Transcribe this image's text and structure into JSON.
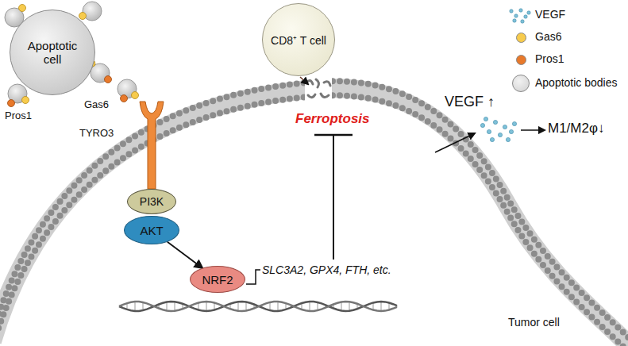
{
  "diagram": {
    "nodes": [
      {
        "text": [
          "Apoptotic cell"
        ]
      },
      {
        "text": [
          "CD8⁺ T cell"
        ]
      },
      {
        "text": [
          "PI3K"
        ]
      },
      {
        "text": [
          "AKT"
        ]
      },
      {
        "text": [
          "NRF2"
        ]
      }
    ],
    "edges": [
      {
        "from": 3,
        "to": 4,
        "arrow": "to"
      }
    ],
    "labels": [
      "Gas6",
      "Pros1",
      "TYRO3",
      "Ferroptosis",
      "SLC3A2, GPX4, FTH, etc.",
      "VEGF ↑",
      "M1/M2φ↓",
      "Tumor cell"
    ],
    "legend": [
      {
        "text": "VEGF"
      },
      {
        "text": "Gas6",
        "color": "#f7cb4d"
      },
      {
        "text": "Pros1",
        "color": "#e8792b"
      },
      {
        "text": "Apoptotic bodies",
        "color": "#d0d0d0"
      }
    ]
  }
}
